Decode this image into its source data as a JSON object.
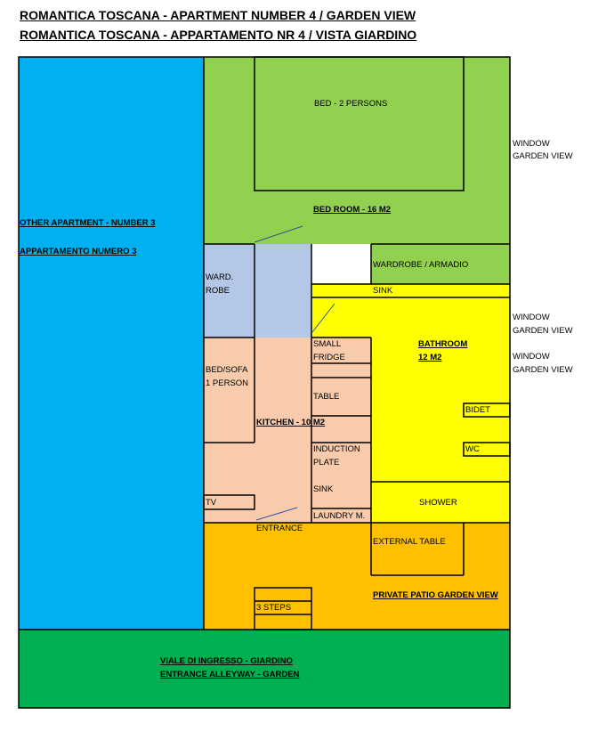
{
  "title_en": "ROMANTICA TOSCANA - APARTMENT NUMBER 4 / GARDEN VIEW",
  "title_it": "ROMANTICA TOSCANA - APPARTAMENTO NR 4 / VISTA GIARDINO",
  "colors": {
    "other_apartment": "#00b0f0",
    "bedroom": "#92d050",
    "wardrobe": "#b4c7e7",
    "kitchen": "#f8cbad",
    "bathroom": "#ffff00",
    "patio": "#ffc000",
    "garden": "#00b050"
  },
  "other_apartment": {
    "label_en": "OTHER APARTMENT - NUMBER 3",
    "label_it": "APPARTAMENTO NUMERO 3"
  },
  "bedroom": {
    "bed": "BED - 2 PERSONS",
    "label": "BED ROOM - 16 M2",
    "wardrobe_left": [
      "WARD.",
      "ROBE"
    ],
    "wardrobe_right": "WARDROBE / ARMADIO"
  },
  "windows": [
    [
      "WINDOW",
      "GARDEN VIEW"
    ],
    [
      "WINDOW",
      "GARDEN VIEW"
    ],
    [
      "WINDOW",
      "GARDEN VIEW"
    ]
  ],
  "bathroom": {
    "sink": "SINK",
    "label": [
      "BATHROOM",
      "12 M2"
    ],
    "bidet": "BIDET",
    "wc": "WC",
    "shower": "SHOWER"
  },
  "kitchen": {
    "small_fridge": [
      "SMALL",
      "FRIDGE"
    ],
    "bed_sofa": [
      "BED/SOFA",
      "1 PERSON"
    ],
    "table": "TABLE",
    "label": "KITCHEN - 10 M2",
    "induction": [
      "INDUCTION",
      "PLATE"
    ],
    "sink": "SINK",
    "tv": "TV",
    "laundry": "LAUNDRY M.",
    "entrance": "ENTRANCE"
  },
  "patio": {
    "external_table": "EXTERNAL TABLE",
    "label": "PRIVATE PATIO GARDEN VIEW",
    "steps": "3 STEPS"
  },
  "garden": {
    "line_it": "VIALE DI INGRESSO - GIARDINO",
    "line_en": "ENTRANCE ALLEYWAY - GARDEN"
  }
}
